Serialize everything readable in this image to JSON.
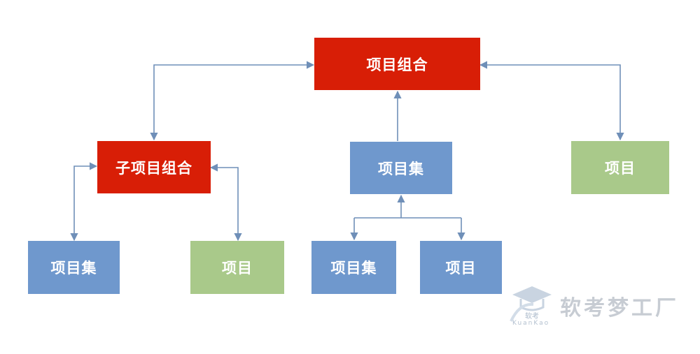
{
  "nodes": {
    "top_portfolio": "项目组合",
    "sub_portfolio": "子项目组合",
    "program_mid": "项目集",
    "project_right": "项目",
    "program_left": "项目集",
    "project_left": "项目",
    "program_bottom": "项目集",
    "project_bottom": "项目"
  },
  "watermark": {
    "name": "软考梦工厂",
    "logo_text": "软考",
    "sub": "KuanKao"
  },
  "colors": {
    "portfolio": "#d81e06",
    "program": "#6f98cd",
    "project": "#a9c98a",
    "connector": "#6f8fb8"
  }
}
